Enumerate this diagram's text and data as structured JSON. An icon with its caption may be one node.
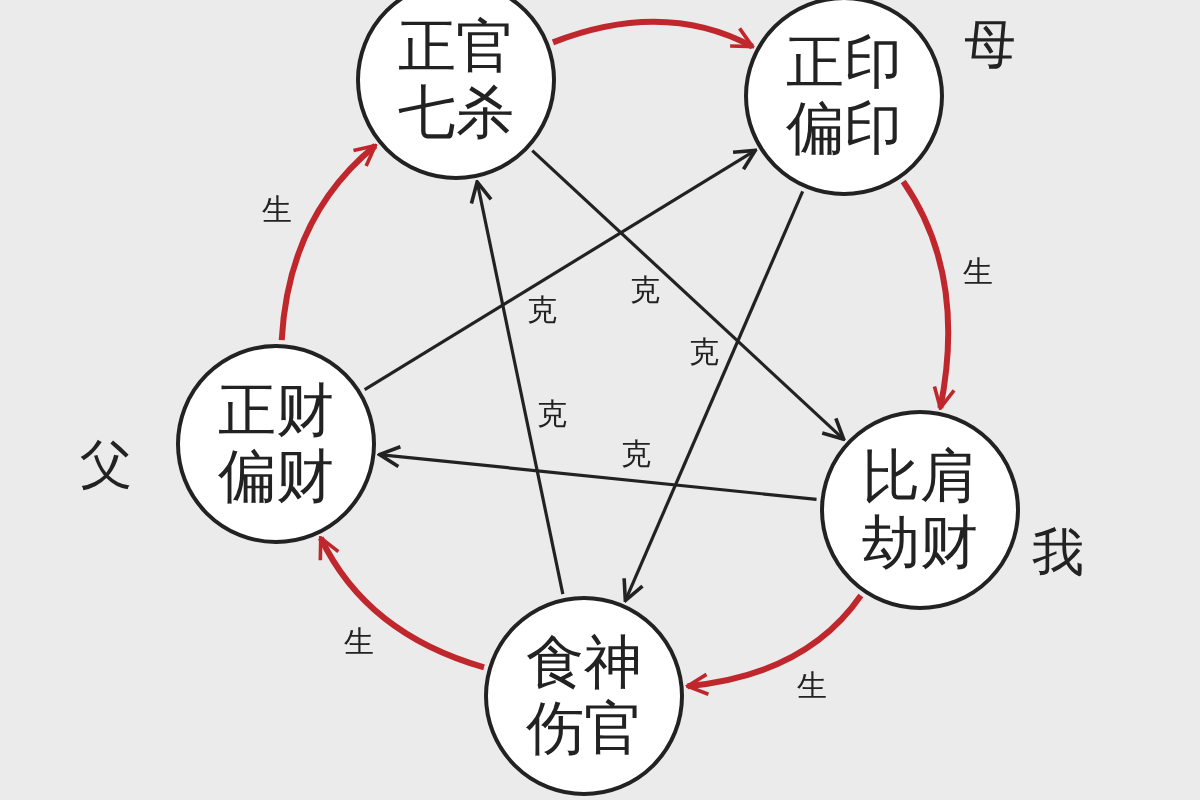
{
  "diagram": {
    "nodes": [
      {
        "text": [
          "正官七杀"
        ]
      },
      {
        "text": [
          "正印偏印"
        ],
        "beside": [
          "母"
        ]
      },
      {
        "text": [
          "比肩劫财"
        ],
        "beside": [
          "我"
        ]
      },
      {
        "text": [
          "食神伤官"
        ]
      },
      {
        "text": [
          "正财偏财"
        ],
        "beside": [
          "父"
        ]
      }
    ],
    "edges": [
      {
        "from": 0,
        "to": 1,
        "arrow": "to",
        "color": "#c0272d"
      },
      {
        "from": 1,
        "to": 2,
        "arrow": "to",
        "label": "生",
        "color": "#c0272d"
      },
      {
        "from": 2,
        "to": 3,
        "arrow": "to",
        "label": "生",
        "color": "#c0272d"
      },
      {
        "from": 3,
        "to": 4,
        "arrow": "to",
        "label": "生",
        "color": "#c0272d"
      },
      {
        "from": 4,
        "to": 0,
        "arrow": "to",
        "label": "生",
        "color": "#c0272d"
      },
      {
        "from": 0,
        "to": 2,
        "arrow": "to",
        "label": "克",
        "color": "#222222"
      },
      {
        "from": 2,
        "to": 4,
        "arrow": "to",
        "label": "克",
        "color": "#222222"
      },
      {
        "from": 4,
        "to": 1,
        "arrow": "to",
        "label": "克",
        "color": "#222222"
      },
      {
        "from": 1,
        "to": 3,
        "arrow": "to",
        "label": "克",
        "color": "#222222"
      },
      {
        "from": 3,
        "to": 0,
        "arrow": "to",
        "label": "克",
        "color": "#222222"
      }
    ]
  }
}
